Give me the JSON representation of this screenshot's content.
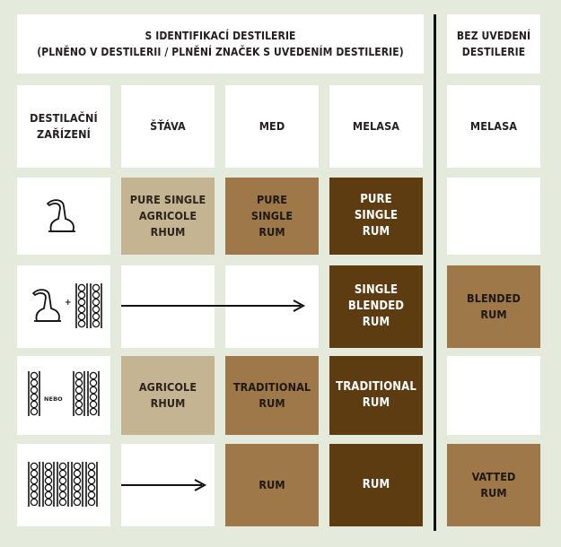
{
  "header": {
    "left_title": "S IDENTIFIKACÍ DESTILERIE\n(PLNĚNO V DESTILERII / PLNĚNÍ ZNAČEK S UVEDENÍM DESTILERIE)",
    "right_title": "BEZ UVEDENÍ\nDESTILERIE"
  },
  "columns": {
    "apparatus": "DESTILAČNÍ\nZAŘÍZENÍ",
    "juice": "ŠŤÁVA",
    "honey": "MED",
    "molasses": "MELASA",
    "molasses_right": "MELASA"
  },
  "rows": [
    {
      "apparatus_icon": "pot-still-icon",
      "juice": "PURE SINGLE\nAGRICOLE\nRHUM",
      "honey": "PURE\nSINGLE\nRUM",
      "molasses": "PURE\nSINGLE\nRUM",
      "molasses_right": ""
    },
    {
      "apparatus_icon": "pot-still-plus-column-still-icon",
      "connector": "+",
      "juice": "",
      "honey": "",
      "molasses": "SINGLE\nBLENDED\nRUM",
      "molasses_right": "BLENDED\nRUM"
    },
    {
      "apparatus_icon": "column-still-or-double-column-icon",
      "connector": "NEBO",
      "juice": "AGRICOLE\nRHUM",
      "honey": "TRADITIONAL\nRUM",
      "molasses": "TRADITIONAL\nRUM",
      "molasses_right": ""
    },
    {
      "apparatus_icon": "multiple-column-stills-icon",
      "juice": "",
      "honey": "RUM",
      "molasses": "RUM",
      "molasses_right": "VATTED\nRUM"
    }
  ],
  "colors": {
    "background": "#e4ebdc",
    "cell_white": "#ffffff",
    "juice_fill": "#c5b491",
    "honey_fill": "#9e7848",
    "molasses_fill": "#5e3c12",
    "divider": "#111111"
  }
}
